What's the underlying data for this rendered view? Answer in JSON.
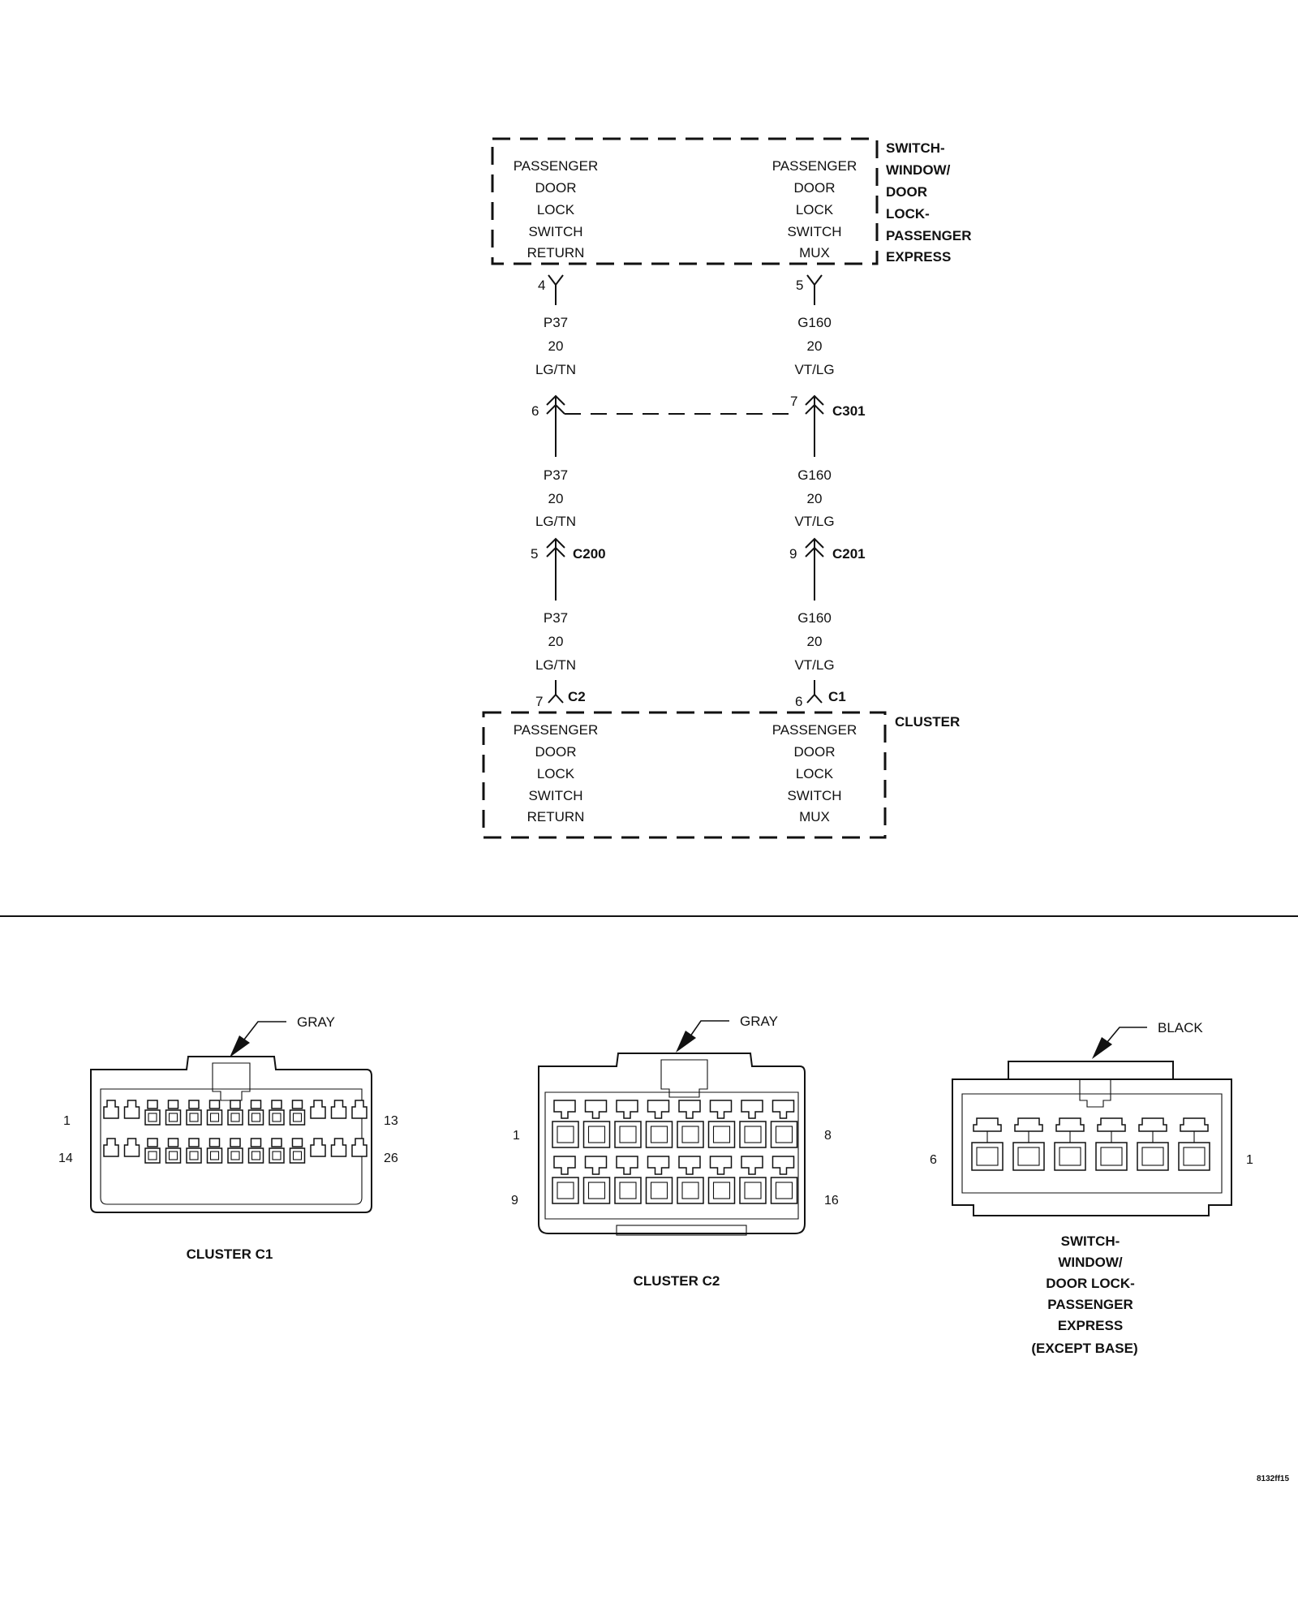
{
  "top_component": {
    "name_lines": [
      "SWITCH-",
      "WINDOW/",
      "DOOR",
      "LOCK-",
      "PASSENGER",
      "EXPRESS"
    ],
    "left_pin_lines": [
      "PASSENGER",
      "DOOR",
      "LOCK",
      "SWITCH",
      "RETURN"
    ],
    "right_pin_lines": [
      "PASSENGER",
      "DOOR",
      "LOCK",
      "SWITCH",
      "MUX"
    ],
    "left_pin_number": "4",
    "right_pin_number": "5"
  },
  "bottom_component": {
    "name": "CLUSTER",
    "left_pin_lines": [
      "PASSENGER",
      "DOOR",
      "LOCK",
      "SWITCH",
      "RETURN"
    ],
    "right_pin_lines": [
      "PASSENGER",
      "DOOR",
      "LOCK",
      "SWITCH",
      "MUX"
    ],
    "left_pin_number": "7",
    "left_connector": "C2",
    "right_pin_number": "6",
    "right_connector": "C1"
  },
  "circuits": {
    "left": {
      "code": "P37",
      "gauge": "20",
      "color": "LG/TN"
    },
    "right": {
      "code": "G160",
      "gauge": "20",
      "color": "VT/LG"
    }
  },
  "inline_connectors": {
    "c301": {
      "name": "C301",
      "left_pin": "6",
      "right_pin": "7"
    },
    "c200": {
      "name": "C200",
      "pin": "5"
    },
    "c201": {
      "name": "C201",
      "pin": "9"
    }
  },
  "connector_views": [
    {
      "title": "CLUSTER C1",
      "color_label": "GRAY",
      "pin_top_left": "1",
      "pin_top_right": "13",
      "pin_bottom_left": "14",
      "pin_bottom_right": "26"
    },
    {
      "title": "CLUSTER C2",
      "color_label": "GRAY",
      "pin_top_left": "1",
      "pin_top_right": "8",
      "pin_bottom_left": "9",
      "pin_bottom_right": "16"
    },
    {
      "title_lines": [
        "SWITCH-",
        "WINDOW/",
        "DOOR LOCK-",
        "PASSENGER",
        "EXPRESS",
        "(EXCEPT BASE)"
      ],
      "color_label": "BLACK",
      "pin_left": "6",
      "pin_right": "1"
    }
  ],
  "figure_id": "8132ff15"
}
